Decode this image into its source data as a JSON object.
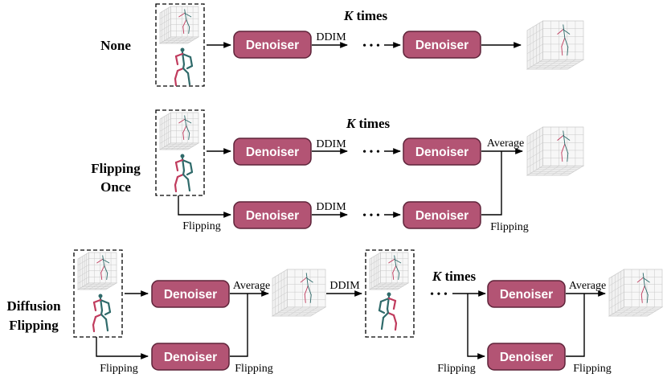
{
  "rows": {
    "none": {
      "label": "None"
    },
    "flipping_once": {
      "label_line1": "Flipping",
      "label_line2": "Once"
    },
    "diffusion_flipping": {
      "label_line1": "Diffusion",
      "label_line2": "Flipping"
    }
  },
  "labels": {
    "denoiser": "Denoiser",
    "ddim": "DDIM",
    "ellipsis": "• • •",
    "k_times_k": "K",
    "k_times_rest": " times",
    "average": "Average",
    "flipping": "Flipping"
  },
  "colors": {
    "denoiser_fill": "#b35474",
    "denoiser_stroke": "#5e2339",
    "pose_teal": "#2f6a6a",
    "pose_red": "#c03b5d",
    "grid": "#c9c9c9"
  }
}
